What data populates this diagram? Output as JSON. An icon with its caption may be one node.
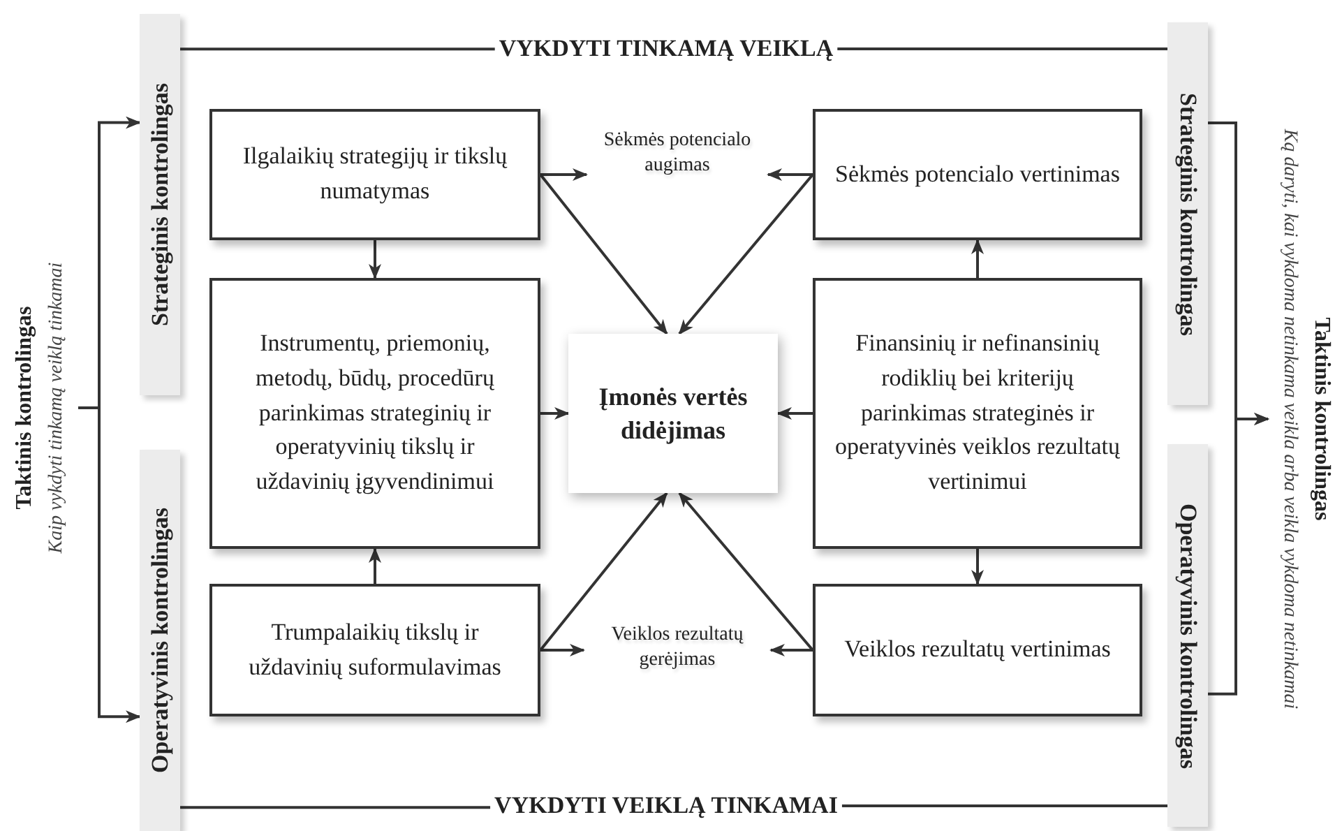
{
  "diagram": {
    "nodes": [
      {
        "text": [
          "Strateginis kontrolingas"
        ]
      },
      {
        "text": [
          "Operatyvinis kontrolingas"
        ]
      },
      {
        "text": [
          "Strateginis kontrolingas"
        ]
      },
      {
        "text": [
          "Operatyvinis kontrolingas"
        ]
      },
      {
        "text": [
          "Taktinis kontrolingas",
          "Kaip vykdyti tinkamą veiklą tinkamai"
        ]
      },
      {
        "text": [
          "Taktinis kontrolingas",
          "Ką daryti, kai vykdoma netinkama veikla arba veikla vykdoma netinkamai"
        ]
      },
      {
        "text": [
          "Ilgalaikių strategijų ir tikslų numatymas"
        ]
      },
      {
        "text": [
          "Sėkmės potencialo vertinimas"
        ]
      },
      {
        "text": [
          "Instrumentų, priemonių, metodų, būdų, procedūrų parinkimas strateginių ir operatyvinių tikslų ir uždavinių įgyvendinimui"
        ]
      },
      {
        "text": [
          "Įmonės vertės didėjimas"
        ]
      },
      {
        "text": [
          "Finansinių ir nefinansinių rodiklių bei kriterijų parinkimas strateginės ir operatyvinės veiklos rezultatų vertinimui"
        ]
      },
      {
        "text": [
          "Trumpalaikių tikslų ir uždavinių suformulavimas"
        ]
      },
      {
        "text": [
          "Veiklos rezultatų vertinimas"
        ]
      },
      {
        "text": [
          "Sėkmės potencialo augimas"
        ]
      },
      {
        "text": [
          "Veiklos rezultatų gerėjimas"
        ]
      },
      {
        "text": [
          "VYKDYTI TINKAMĄ VEIKLĄ"
        ]
      },
      {
        "text": [
          "VYKDYTI VEIKLĄ TINKAMAI"
        ]
      }
    ],
    "edges": [
      {
        "from": 4,
        "to": 0,
        "arrow": "to"
      },
      {
        "from": 4,
        "to": 1,
        "arrow": "to"
      },
      {
        "from": 2,
        "to": 5,
        "arrow": "to"
      },
      {
        "from": 3,
        "to": 5,
        "arrow": "to"
      },
      {
        "from": 6,
        "to": 8,
        "arrow": "to"
      },
      {
        "from": 11,
        "to": 8,
        "arrow": "to"
      },
      {
        "from": 10,
        "to": 7,
        "arrow": "to"
      },
      {
        "from": 10,
        "to": 12,
        "arrow": "to"
      },
      {
        "from": 8,
        "to": 9,
        "arrow": "to"
      },
      {
        "from": 10,
        "to": 9,
        "arrow": "to"
      },
      {
        "from": 6,
        "to": 13,
        "arrow": "to"
      },
      {
        "from": 6,
        "to": 9,
        "arrow": "to"
      },
      {
        "from": 7,
        "to": 13,
        "arrow": "to"
      },
      {
        "from": 7,
        "to": 9,
        "arrow": "to"
      },
      {
        "from": 11,
        "to": 14,
        "arrow": "to"
      },
      {
        "from": 11,
        "to": 9,
        "arrow": "to"
      },
      {
        "from": 12,
        "to": 14,
        "arrow": "to"
      },
      {
        "from": 12,
        "to": 9,
        "arrow": "to"
      },
      {
        "from": 0,
        "to": 15,
        "arrow": "none"
      },
      {
        "from": 15,
        "to": 2,
        "arrow": "none"
      },
      {
        "from": 1,
        "to": 16,
        "arrow": "none"
      },
      {
        "from": 16,
        "to": 3,
        "arrow": "none"
      }
    ]
  }
}
